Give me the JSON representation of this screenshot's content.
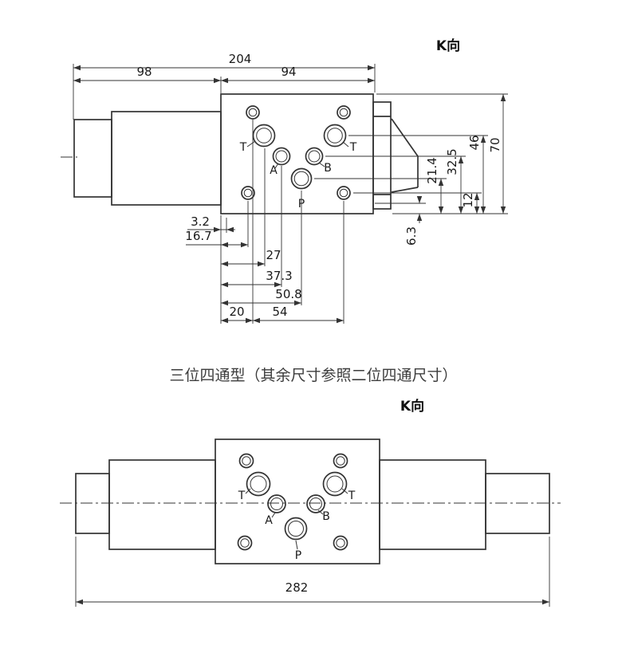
{
  "caption": "三位四通型（其余尺寸参照二位四通尺寸）",
  "top_view": {
    "k_label": "K向",
    "ports": {
      "t_left": "T",
      "a": "A",
      "b": "B",
      "t_right": "T",
      "p": "P"
    },
    "dims": {
      "total_width": "204",
      "solenoid_width": "98",
      "body_width": "94",
      "d3_2": "3.2",
      "d16_7": "16.7",
      "d27": "27",
      "d37_3": "37.3",
      "d50_8": "50.8",
      "d54": "54",
      "d20": "20",
      "d6_3": "6.3",
      "d21_4": "21.4",
      "d32_5": "32.5",
      "d46": "46",
      "d70": "70",
      "d12": "12"
    }
  },
  "bottom_view": {
    "k_label": "K向",
    "ports": {
      "t_left": "T",
      "a": "A",
      "b": "B",
      "t_right": "T",
      "p": "P"
    },
    "dims": {
      "total_width": "282"
    }
  }
}
